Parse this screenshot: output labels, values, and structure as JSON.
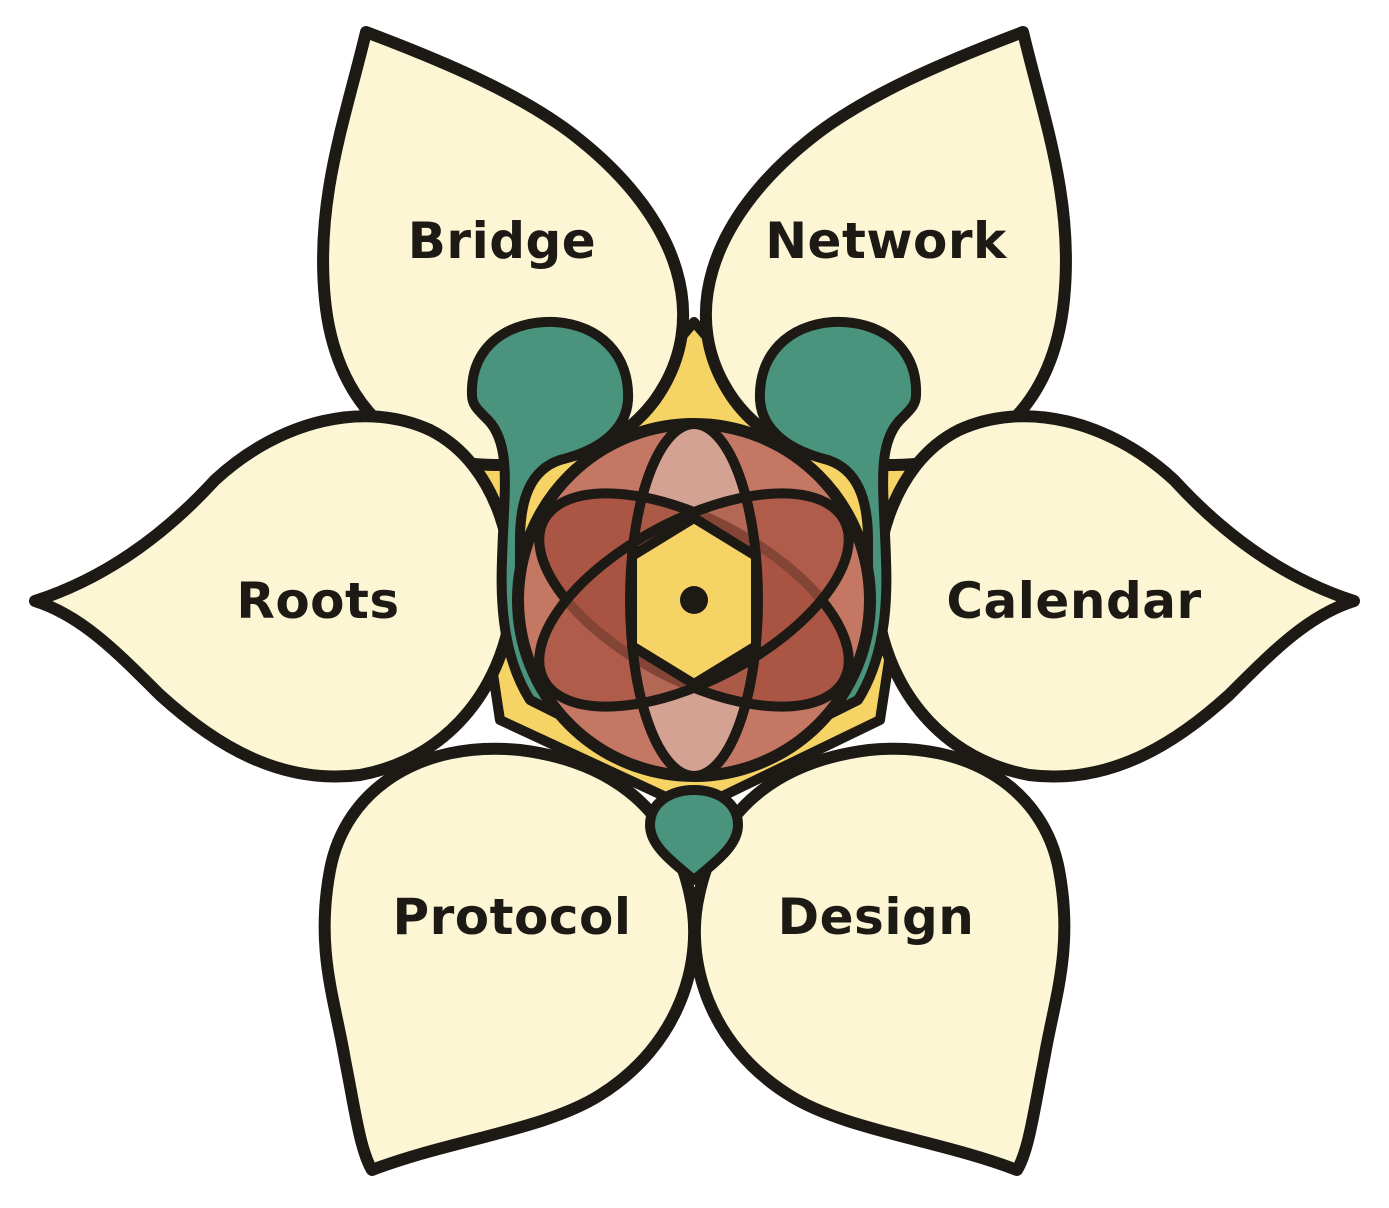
{
  "petals": [
    {
      "id": "bridge",
      "label": "Bridge"
    },
    {
      "id": "network",
      "label": "Network"
    },
    {
      "id": "roots",
      "label": "Roots"
    },
    {
      "id": "calendar",
      "label": "Calendar"
    },
    {
      "id": "protocol",
      "label": "Protocol"
    },
    {
      "id": "design",
      "label": "Design"
    }
  ],
  "colors": {
    "outline": "#1d1a16",
    "petal": "#fcf6d4",
    "gold": "#f6d365",
    "teal": "#4a937c",
    "brick": "#a85442",
    "rose": "#c47864",
    "blush": "#d3a292",
    "overlap": "#8f4b3f"
  }
}
